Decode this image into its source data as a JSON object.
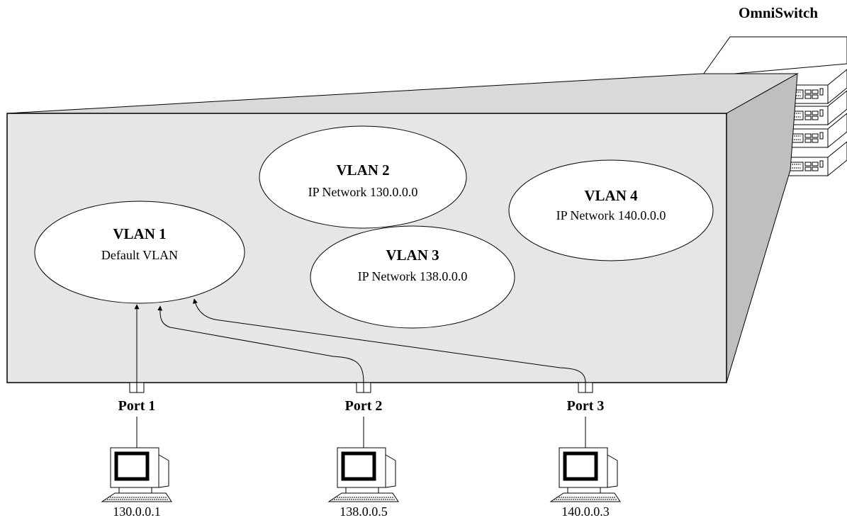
{
  "switch": {
    "label": "OmniSwitch"
  },
  "vlans": [
    {
      "title": "VLAN 1",
      "subtitle": "Default VLAN"
    },
    {
      "title": "VLAN 2",
      "subtitle": "IP Network 130.0.0.0"
    },
    {
      "title": "VLAN 3",
      "subtitle": "IP Network 138.0.0.0"
    },
    {
      "title": "VLAN 4",
      "subtitle": "IP Network 140.0.0.0"
    }
  ],
  "ports": [
    {
      "label": "Port 1",
      "ip": "130.0.0.1"
    },
    {
      "label": "Port 2",
      "ip": "138.0.0.5"
    },
    {
      "label": "Port 3",
      "ip": "140.0.0.3"
    }
  ],
  "colors": {
    "panel": "#e6e6e6",
    "side": "#bfbfbf",
    "stroke": "#000000"
  },
  "icons": {
    "workstation": "computer-workstation-icon",
    "port": "port-connector-icon",
    "switch": "switch-chassis-icon"
  }
}
